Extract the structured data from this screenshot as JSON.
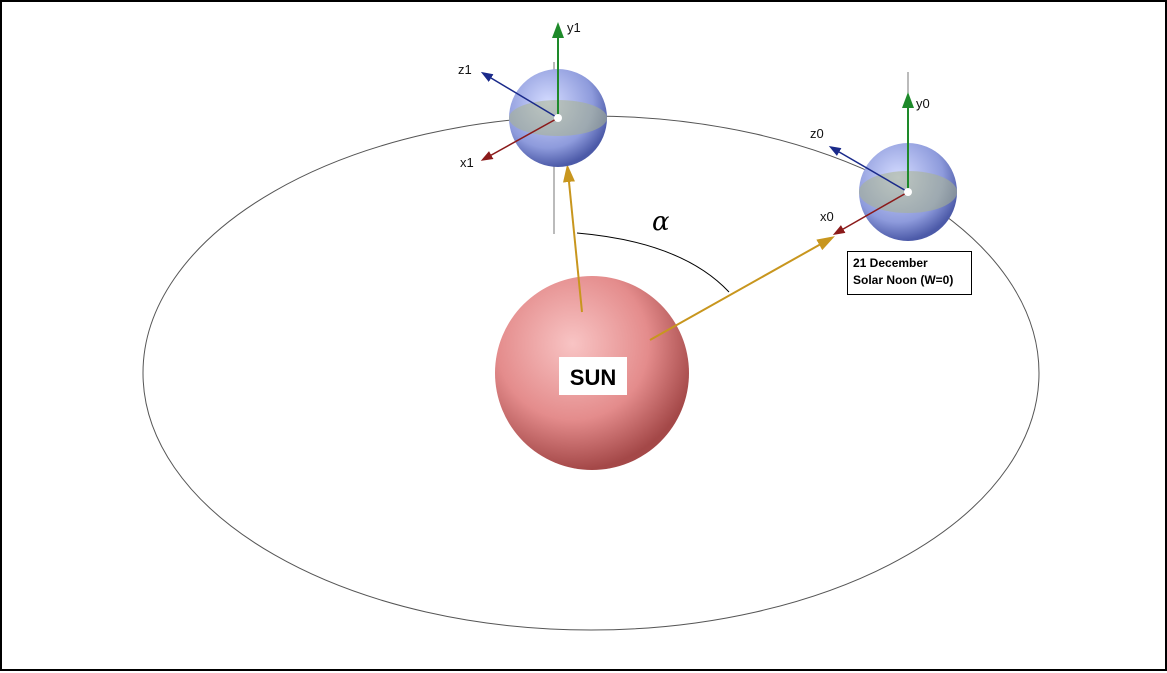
{
  "sun": {
    "label": "SUN"
  },
  "angle": {
    "symbol": "α"
  },
  "earth_position_1": {
    "axes": {
      "x": "x1",
      "y": "y1",
      "z": "z1"
    }
  },
  "earth_position_0": {
    "axes": {
      "x": "x0",
      "y": "y0",
      "z": "z0"
    },
    "annotation": {
      "line1": "21 December",
      "line2": "Solar Noon (W=0)"
    }
  },
  "colors": {
    "x_axis": "#8b1a1a",
    "y_axis": "#1e8a2a",
    "z_axis": "#1a2a8a",
    "sun_vector": "#c8961e",
    "sun_fill": "#e98e8e",
    "earth_fill": "#8f9cdc",
    "orbit": "#555555"
  }
}
